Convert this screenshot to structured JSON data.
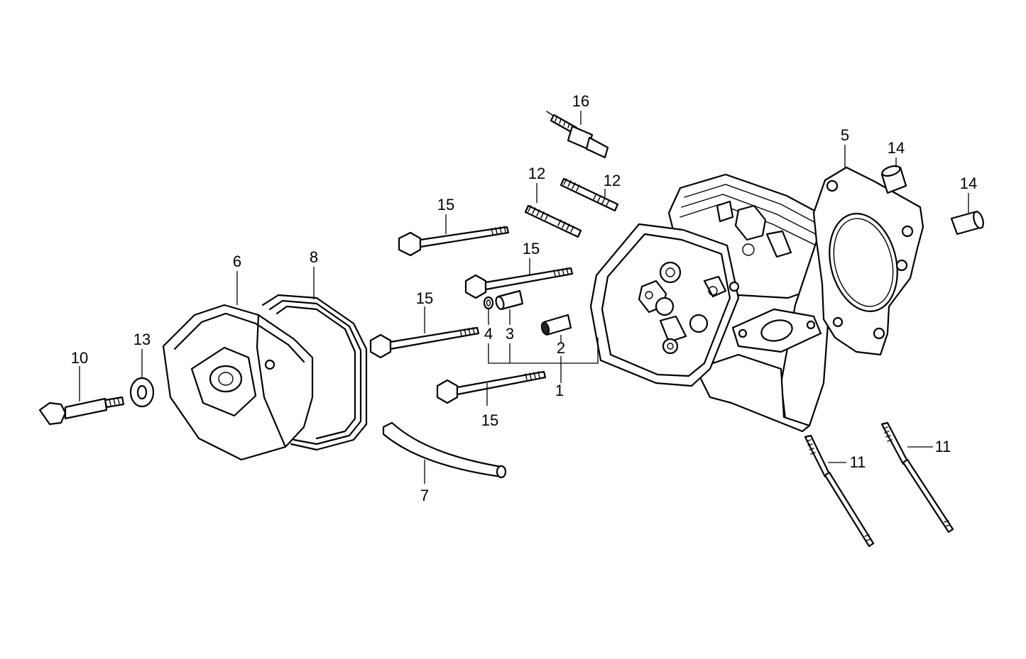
{
  "callouts": {
    "c1": "1",
    "c2": "2",
    "c3": "3",
    "c4": "4",
    "c5": "5",
    "c6": "6",
    "c7": "7",
    "c8": "8",
    "c10": "10",
    "c11a": "11",
    "c11b": "11",
    "c12a": "12",
    "c12b": "12",
    "c13": "13",
    "c14a": "14",
    "c14b": "14",
    "c15a": "15",
    "c15b": "15",
    "c15c": "15",
    "c15d": "15",
    "c16": "16"
  },
  "colors": {
    "line": "#000000",
    "background": "#ffffff"
  }
}
